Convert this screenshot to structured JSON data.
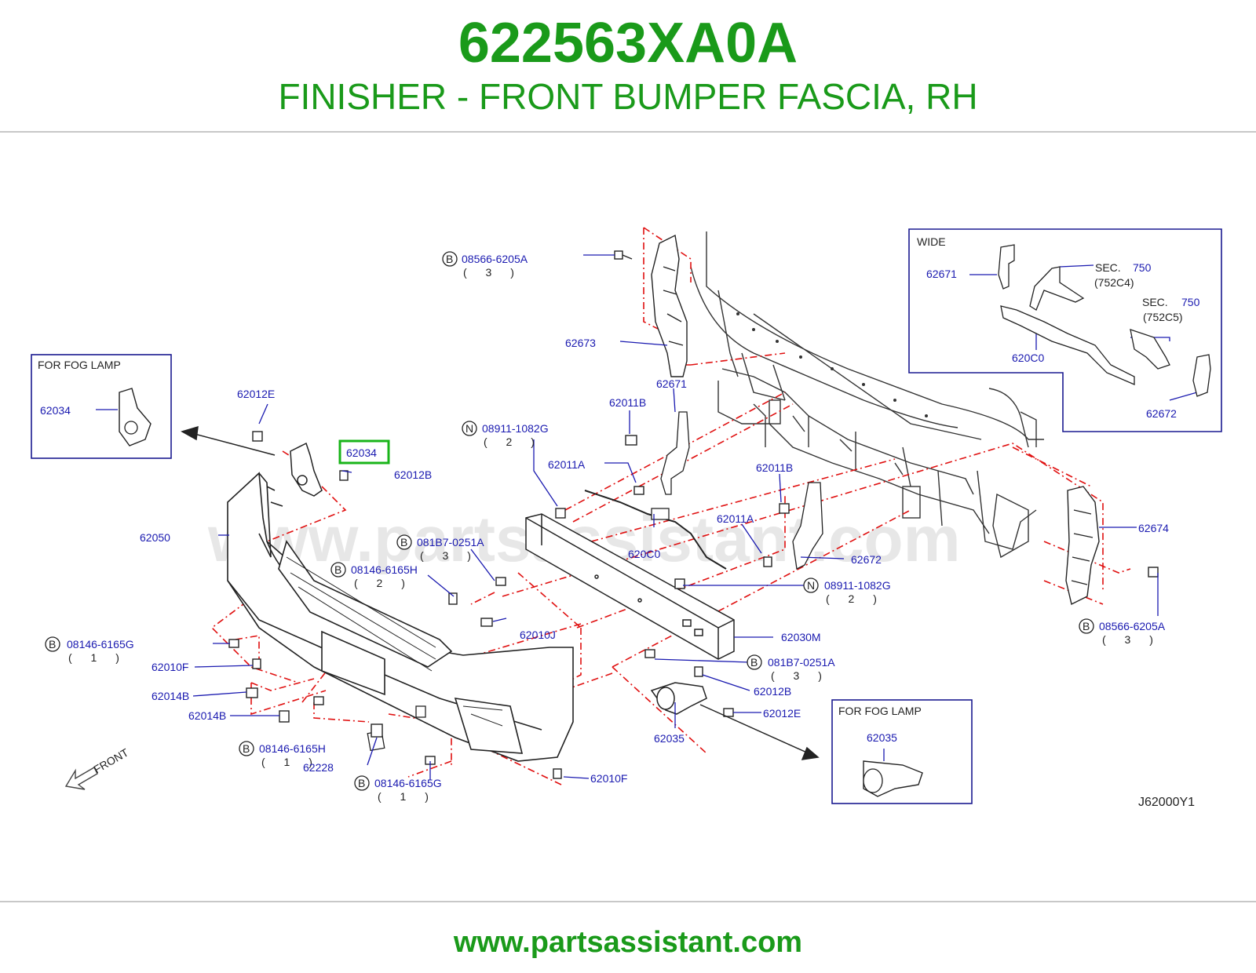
{
  "header": {
    "part_number": "622563XA0A",
    "description": "FINISHER - FRONT BUMPER FASCIA, RH"
  },
  "footer": {
    "url": "www.partsassistant.com"
  },
  "watermark": "www.partsassistant.com",
  "diagram_code": "J62000Y1",
  "front_label": "FRONT",
  "highlighted_part": "62034",
  "colors": {
    "brand_green": "#1a9a1a",
    "label_blue": "#1a1ab0",
    "highlight_green": "#19b419",
    "leader_red": "#e01010"
  },
  "insets": {
    "fog_left": {
      "title": "FOR   FOG   LAMP",
      "part": "62034"
    },
    "fog_right": {
      "title": "FOR   FOG   LAMP",
      "part": "62035"
    },
    "wide": {
      "title": "WIDE",
      "sec1_prefix": "SEC.",
      "sec1_num": "750",
      "sec1_code": "(752C4)",
      "sec2_prefix": "SEC.",
      "sec2_num": "750",
      "sec2_code": "(752C5)",
      "parts": [
        "62671",
        "620C0",
        "62672"
      ]
    }
  },
  "callouts": [
    {
      "id": "c1",
      "text": "08566-6205A",
      "badge": "B",
      "qty": "( 3 )"
    },
    {
      "id": "c2",
      "text": "62673"
    },
    {
      "id": "c3",
      "text": "62012E"
    },
    {
      "id": "c4",
      "text": "62012B"
    },
    {
      "id": "c5",
      "text": "62050"
    },
    {
      "id": "c6",
      "text": "62671"
    },
    {
      "id": "c7",
      "text": "62011B"
    },
    {
      "id": "c8",
      "text": "08911-1082G",
      "badge": "N",
      "qty": "( 2 )"
    },
    {
      "id": "c9",
      "text": "62011A"
    },
    {
      "id": "c10",
      "text": "62011B"
    },
    {
      "id": "c11",
      "text": "62011A"
    },
    {
      "id": "c12",
      "text": "620C0"
    },
    {
      "id": "c13",
      "text": "62672"
    },
    {
      "id": "c14",
      "text": "62674"
    },
    {
      "id": "c15",
      "text": "081B7-0251A",
      "badge": "B",
      "qty": "( 3 )"
    },
    {
      "id": "c16",
      "text": "08146-6165H",
      "badge": "B",
      "qty": "( 2 )"
    },
    {
      "id": "c17",
      "text": "08911-1082G",
      "badge": "N",
      "qty": "( 2 )"
    },
    {
      "id": "c18",
      "text": "62010J"
    },
    {
      "id": "c19",
      "text": "62030M"
    },
    {
      "id": "c20",
      "text": "08566-6205A",
      "badge": "B",
      "qty": "( 3 )"
    },
    {
      "id": "c21",
      "text": "08146-6165G",
      "badge": "B",
      "qty": "( 1 )"
    },
    {
      "id": "c22",
      "text": "62010F"
    },
    {
      "id": "c23",
      "text": "62014B"
    },
    {
      "id": "c24",
      "text": "62014B"
    },
    {
      "id": "c25",
      "text": "081B7-0251A",
      "badge": "B",
      "qty": "( 3 )"
    },
    {
      "id": "c26",
      "text": "62012B"
    },
    {
      "id": "c27",
      "text": "62012E"
    },
    {
      "id": "c28",
      "text": "62035"
    },
    {
      "id": "c29",
      "text": "08146-6165H",
      "badge": "B",
      "qty": "( 1 )"
    },
    {
      "id": "c30",
      "text": "62228"
    },
    {
      "id": "c31",
      "text": "08146-6165G",
      "badge": "B",
      "qty": "( 1 )"
    },
    {
      "id": "c32",
      "text": "62010F"
    }
  ]
}
